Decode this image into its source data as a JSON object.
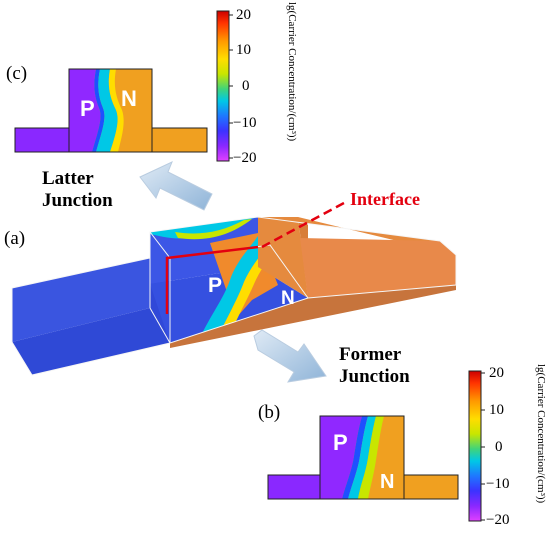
{
  "panels": {
    "a": "(a)",
    "b": "(b)",
    "c": "(c)"
  },
  "annotations": {
    "latter_junction": [
      "Latter",
      "Junction"
    ],
    "former_junction": [
      "Former",
      "Junction"
    ],
    "interface": "Interface"
  },
  "regions": {
    "p": "P",
    "n": "N"
  },
  "colorbar": {
    "title": "lg(Carrier Concentration/(cm³))",
    "ticks": [
      "20",
      "10",
      "0",
      "−10",
      "−20"
    ],
    "colors": [
      "#cc0000",
      "#ff3300",
      "#ff9900",
      "#ffdd00",
      "#c8e600",
      "#40d47a",
      "#00c8e6",
      "#1e78ff",
      "#3c32ff",
      "#8a28ff",
      "#e040ff"
    ]
  }
}
